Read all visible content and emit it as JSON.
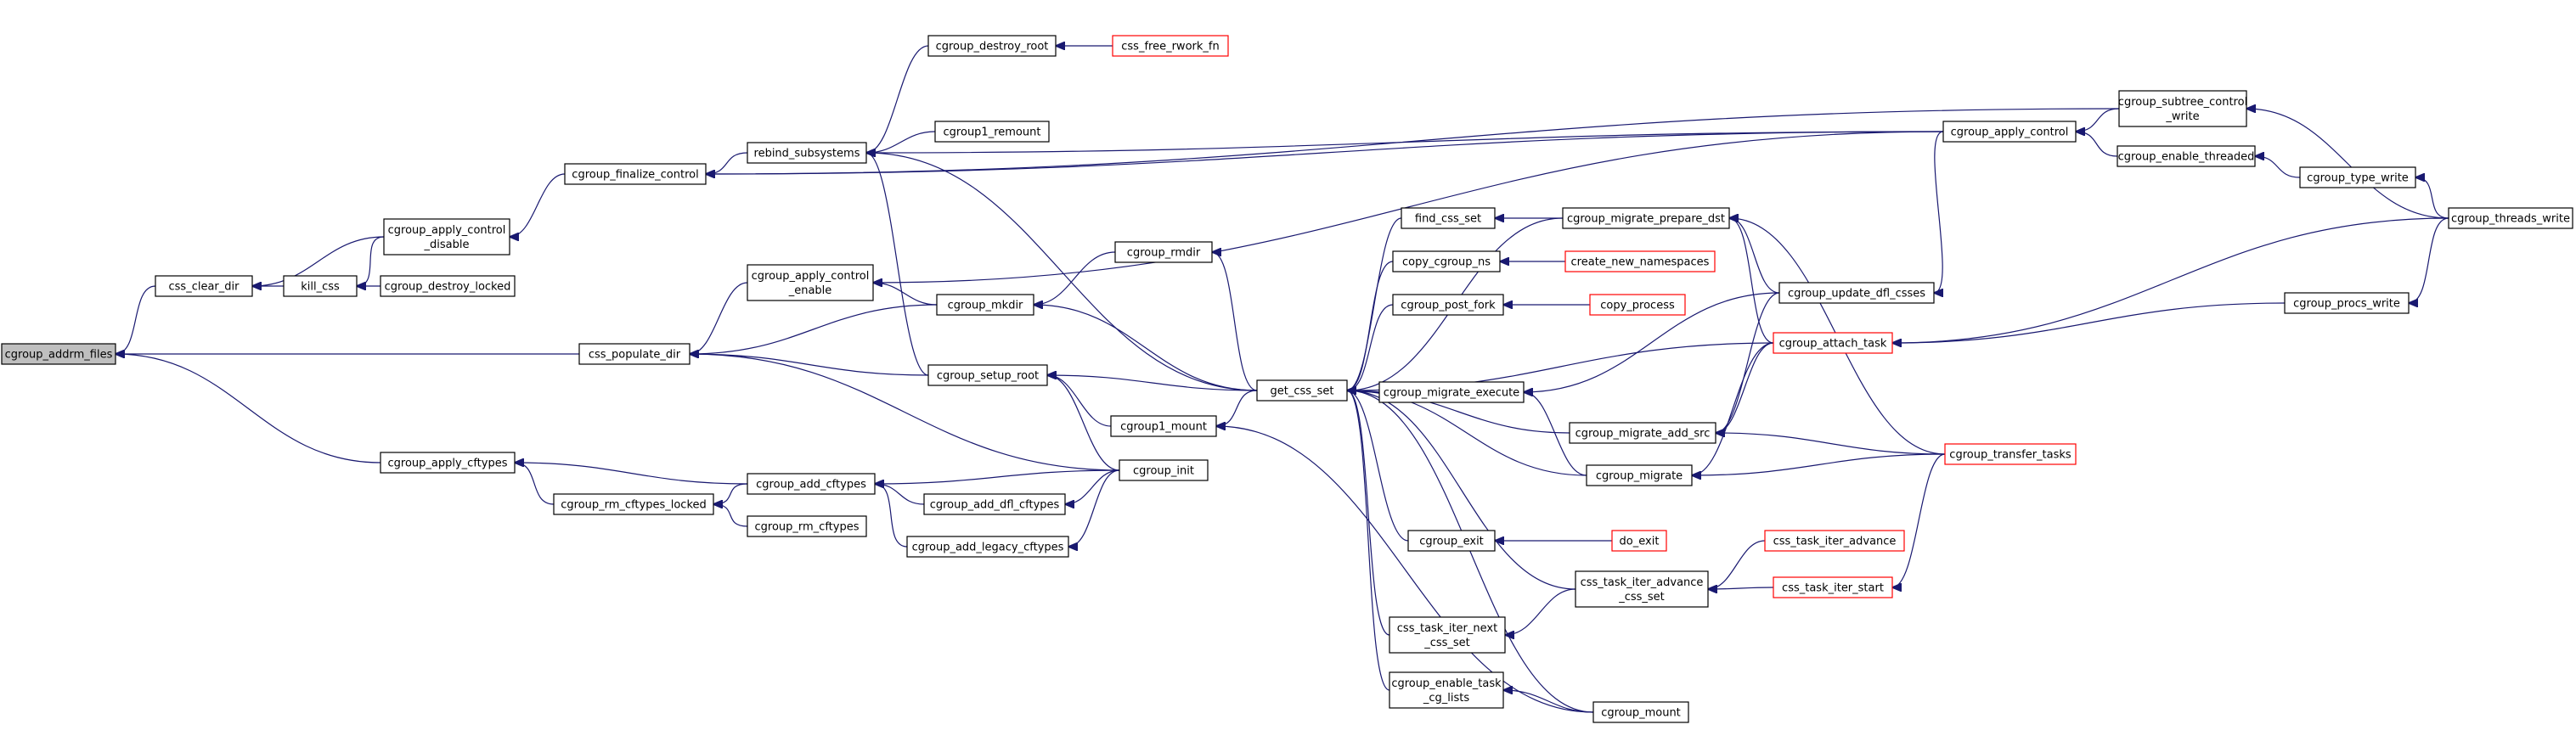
{
  "nodes": [
    {
      "id": "cgroup_addrm_files",
      "lines": [
        "cgroup_addrm_files"
      ],
      "style": "root"
    },
    {
      "id": "css_clear_dir",
      "lines": [
        "css_clear_dir"
      ],
      "style": "normal"
    },
    {
      "id": "kill_css",
      "lines": [
        "kill_css"
      ],
      "style": "normal"
    },
    {
      "id": "cgroup_apply_control_disable",
      "lines": [
        "cgroup_apply_control",
        "_disable"
      ],
      "style": "normal"
    },
    {
      "id": "cgroup_destroy_locked",
      "lines": [
        "cgroup_destroy_locked"
      ],
      "style": "normal"
    },
    {
      "id": "cgroup_finalize_control",
      "lines": [
        "cgroup_finalize_control"
      ],
      "style": "normal"
    },
    {
      "id": "rebind_subsystems",
      "lines": [
        "rebind_subsystems"
      ],
      "style": "normal"
    },
    {
      "id": "cgroup_destroy_root",
      "lines": [
        "cgroup_destroy_root"
      ],
      "style": "normal"
    },
    {
      "id": "css_free_rwork_fn",
      "lines": [
        "css_free_rwork_fn"
      ],
      "style": "red"
    },
    {
      "id": "cgroup1_remount",
      "lines": [
        "cgroup1_remount"
      ],
      "style": "normal"
    },
    {
      "id": "css_populate_dir",
      "lines": [
        "css_populate_dir"
      ],
      "style": "normal"
    },
    {
      "id": "cgroup_apply_control_enable",
      "lines": [
        "cgroup_apply_control",
        "_enable"
      ],
      "style": "normal"
    },
    {
      "id": "cgroup_mkdir",
      "lines": [
        "cgroup_mkdir"
      ],
      "style": "normal"
    },
    {
      "id": "cgroup_rmdir",
      "lines": [
        "cgroup_rmdir"
      ],
      "style": "normal"
    },
    {
      "id": "cgroup_setup_root",
      "lines": [
        "cgroup_setup_root"
      ],
      "style": "normal"
    },
    {
      "id": "cgroup1_mount",
      "lines": [
        "cgroup1_mount"
      ],
      "style": "normal"
    },
    {
      "id": "cgroup_init",
      "lines": [
        "cgroup_init"
      ],
      "style": "normal"
    },
    {
      "id": "cgroup_apply_cftypes",
      "lines": [
        "cgroup_apply_cftypes"
      ],
      "style": "normal"
    },
    {
      "id": "cgroup_rm_cftypes_locked",
      "lines": [
        "cgroup_rm_cftypes_locked"
      ],
      "style": "normal"
    },
    {
      "id": "cgroup_add_cftypes",
      "lines": [
        "cgroup_add_cftypes"
      ],
      "style": "normal"
    },
    {
      "id": "cgroup_rm_cftypes",
      "lines": [
        "cgroup_rm_cftypes"
      ],
      "style": "normal"
    },
    {
      "id": "cgroup_add_dfl_cftypes",
      "lines": [
        "cgroup_add_dfl_cftypes"
      ],
      "style": "normal"
    },
    {
      "id": "cgroup_add_legacy_cftypes",
      "lines": [
        "cgroup_add_legacy_cftypes"
      ],
      "style": "normal"
    },
    {
      "id": "get_css_set",
      "lines": [
        "get_css_set"
      ],
      "style": "normal"
    },
    {
      "id": "find_css_set",
      "lines": [
        "find_css_set"
      ],
      "style": "normal"
    },
    {
      "id": "copy_cgroup_ns",
      "lines": [
        "copy_cgroup_ns"
      ],
      "style": "normal"
    },
    {
      "id": "cgroup_post_fork",
      "lines": [
        "cgroup_post_fork"
      ],
      "style": "normal"
    },
    {
      "id": "cgroup_migrate_execute",
      "lines": [
        "cgroup_migrate_execute"
      ],
      "style": "normal"
    },
    {
      "id": "cgroup_exit",
      "lines": [
        "cgroup_exit"
      ],
      "style": "normal"
    },
    {
      "id": "css_task_iter_next_css_set",
      "lines": [
        "css_task_iter_next",
        "_css_set"
      ],
      "style": "normal"
    },
    {
      "id": "cgroup_enable_task_cg_lists",
      "lines": [
        "cgroup_enable_task",
        "_cg_lists"
      ],
      "style": "normal"
    },
    {
      "id": "cgroup_migrate_prepare_dst",
      "lines": [
        "cgroup_migrate_prepare_dst"
      ],
      "style": "normal"
    },
    {
      "id": "create_new_namespaces",
      "lines": [
        "create_new_namespaces"
      ],
      "style": "red"
    },
    {
      "id": "copy_process",
      "lines": [
        "copy_process"
      ],
      "style": "red"
    },
    {
      "id": "cgroup_migrate_add_src",
      "lines": [
        "cgroup_migrate_add_src"
      ],
      "style": "normal"
    },
    {
      "id": "cgroup_migrate",
      "lines": [
        "cgroup_migrate"
      ],
      "style": "normal"
    },
    {
      "id": "do_exit",
      "lines": [
        "do_exit"
      ],
      "style": "red"
    },
    {
      "id": "css_task_iter_advance_css_set",
      "lines": [
        "css_task_iter_advance",
        "_css_set"
      ],
      "style": "normal"
    },
    {
      "id": "cgroup_mount",
      "lines": [
        "cgroup_mount"
      ],
      "style": "normal"
    },
    {
      "id": "cgroup_update_dfl_csses",
      "lines": [
        "cgroup_update_dfl_csses"
      ],
      "style": "normal"
    },
    {
      "id": "cgroup_attach_task",
      "lines": [
        "cgroup_attach_task"
      ],
      "style": "red"
    },
    {
      "id": "cgroup_transfer_tasks",
      "lines": [
        "cgroup_transfer_tasks"
      ],
      "style": "red"
    },
    {
      "id": "css_task_iter_advance",
      "lines": [
        "css_task_iter_advance"
      ],
      "style": "red"
    },
    {
      "id": "css_task_iter_start",
      "lines": [
        "css_task_iter_start"
      ],
      "style": "red"
    },
    {
      "id": "cgroup_apply_control",
      "lines": [
        "cgroup_apply_control"
      ],
      "style": "normal"
    },
    {
      "id": "cgroup_enable_threaded",
      "lines": [
        "cgroup_enable_threaded"
      ],
      "style": "normal"
    },
    {
      "id": "cgroup_subtree_control_write",
      "lines": [
        "cgroup_subtree_control",
        "_write"
      ],
      "style": "normal"
    },
    {
      "id": "cgroup_type_write",
      "lines": [
        "cgroup_type_write"
      ],
      "style": "normal"
    },
    {
      "id": "cgroup_threads_write",
      "lines": [
        "cgroup_threads_write"
      ],
      "style": "normal"
    },
    {
      "id": "cgroup_procs_write",
      "lines": [
        "cgroup_procs_write"
      ],
      "style": "normal"
    }
  ],
  "edges": [
    [
      "css_clear_dir",
      "cgroup_addrm_files"
    ],
    [
      "css_populate_dir",
      "cgroup_addrm_files"
    ],
    [
      "cgroup_apply_cftypes",
      "cgroup_addrm_files"
    ],
    [
      "kill_css",
      "css_clear_dir"
    ],
    [
      "cgroup_apply_control_disable",
      "css_clear_dir"
    ],
    [
      "cgroup_apply_control_disable",
      "kill_css"
    ],
    [
      "cgroup_destroy_locked",
      "kill_css"
    ],
    [
      "cgroup_finalize_control",
      "cgroup_apply_control_disable"
    ],
    [
      "rebind_subsystems",
      "cgroup_finalize_control"
    ],
    [
      "cgroup_apply_control",
      "cgroup_finalize_control"
    ],
    [
      "cgroup_subtree_control_write",
      "cgroup_finalize_control"
    ],
    [
      "cgroup_destroy_root",
      "rebind_subsystems"
    ],
    [
      "cgroup1_remount",
      "rebind_subsystems"
    ],
    [
      "cgroup_setup_root",
      "rebind_subsystems"
    ],
    [
      "cgroup_apply_control",
      "rebind_subsystems"
    ],
    [
      "get_css_set",
      "rebind_subsystems"
    ],
    [
      "css_free_rwork_fn",
      "cgroup_destroy_root"
    ],
    [
      "cgroup_apply_control_enable",
      "css_populate_dir"
    ],
    [
      "cgroup_mkdir",
      "css_populate_dir"
    ],
    [
      "cgroup_setup_root",
      "css_populate_dir"
    ],
    [
      "cgroup_init",
      "css_populate_dir"
    ],
    [
      "cgroup_mkdir",
      "cgroup_apply_control_enable"
    ],
    [
      "cgroup_apply_control",
      "cgroup_apply_control_enable"
    ],
    [
      "cgroup_rmdir",
      "cgroup_mkdir"
    ],
    [
      "get_css_set",
      "cgroup_mkdir"
    ],
    [
      "get_css_set",
      "cgroup_rmdir"
    ],
    [
      "cgroup1_mount",
      "cgroup_setup_root"
    ],
    [
      "cgroup_init",
      "cgroup_setup_root"
    ],
    [
      "get_css_set",
      "cgroup_setup_root"
    ],
    [
      "get_css_set",
      "cgroup1_mount"
    ],
    [
      "cgroup_mount",
      "cgroup1_mount"
    ],
    [
      "cgroup_rm_cftypes_locked",
      "cgroup_apply_cftypes"
    ],
    [
      "cgroup_add_cftypes",
      "cgroup_apply_cftypes"
    ],
    [
      "cgroup_add_cftypes",
      "cgroup_rm_cftypes_locked"
    ],
    [
      "cgroup_rm_cftypes",
      "cgroup_rm_cftypes_locked"
    ],
    [
      "cgroup_init",
      "cgroup_add_cftypes"
    ],
    [
      "cgroup_add_dfl_cftypes",
      "cgroup_add_cftypes"
    ],
    [
      "cgroup_add_legacy_cftypes",
      "cgroup_add_cftypes"
    ],
    [
      "cgroup_init",
      "cgroup_add_dfl_cftypes"
    ],
    [
      "cgroup_init",
      "cgroup_add_legacy_cftypes"
    ],
    [
      "find_css_set",
      "get_css_set"
    ],
    [
      "copy_cgroup_ns",
      "get_css_set"
    ],
    [
      "cgroup_post_fork",
      "get_css_set"
    ],
    [
      "cgroup_migrate_execute",
      "get_css_set"
    ],
    [
      "cgroup_exit",
      "get_css_set"
    ],
    [
      "css_task_iter_next_css_set",
      "get_css_set"
    ],
    [
      "cgroup_enable_task_cg_lists",
      "get_css_set"
    ],
    [
      "cgroup_migrate_prepare_dst",
      "get_css_set"
    ],
    [
      "cgroup_migrate_add_src",
      "get_css_set"
    ],
    [
      "cgroup_migrate",
      "get_css_set"
    ],
    [
      "css_task_iter_advance_css_set",
      "get_css_set"
    ],
    [
      "cgroup_attach_task",
      "get_css_set"
    ],
    [
      "cgroup_mount",
      "get_css_set"
    ],
    [
      "cgroup_migrate_prepare_dst",
      "find_css_set"
    ],
    [
      "create_new_namespaces",
      "copy_cgroup_ns"
    ],
    [
      "copy_process",
      "cgroup_post_fork"
    ],
    [
      "cgroup_migrate",
      "cgroup_migrate_execute"
    ],
    [
      "cgroup_update_dfl_csses",
      "cgroup_migrate_execute"
    ],
    [
      "do_exit",
      "cgroup_exit"
    ],
    [
      "css_task_iter_advance_css_set",
      "css_task_iter_next_css_set"
    ],
    [
      "cgroup_mount",
      "cgroup_enable_task_cg_lists"
    ],
    [
      "cgroup_update_dfl_csses",
      "cgroup_migrate_prepare_dst"
    ],
    [
      "cgroup_attach_task",
      "cgroup_migrate_prepare_dst"
    ],
    [
      "cgroup_transfer_tasks",
      "cgroup_migrate_prepare_dst"
    ],
    [
      "cgroup_update_dfl_csses",
      "cgroup_migrate_add_src"
    ],
    [
      "cgroup_attach_task",
      "cgroup_migrate_add_src"
    ],
    [
      "cgroup_transfer_tasks",
      "cgroup_migrate_add_src"
    ],
    [
      "cgroup_attach_task",
      "cgroup_migrate"
    ],
    [
      "cgroup_transfer_tasks",
      "cgroup_migrate"
    ],
    [
      "css_task_iter_advance",
      "css_task_iter_advance_css_set"
    ],
    [
      "css_task_iter_start",
      "css_task_iter_advance_css_set"
    ],
    [
      "cgroup_transfer_tasks",
      "css_task_iter_start"
    ],
    [
      "cgroup_apply_control",
      "cgroup_update_dfl_csses"
    ],
    [
      "cgroup_procs_write",
      "cgroup_attach_task"
    ],
    [
      "cgroup_threads_write",
      "cgroup_attach_task"
    ],
    [
      "cgroup_enable_threaded",
      "cgroup_apply_control"
    ],
    [
      "cgroup_subtree_control_write",
      "cgroup_apply_control"
    ],
    [
      "cgroup_type_write",
      "cgroup_enable_threaded"
    ],
    [
      "cgroup_threads_write",
      "cgroup_subtree_control_write"
    ],
    [
      "cgroup_threads_write",
      "cgroup_type_write"
    ],
    [
      "cgroup_threads_write",
      "cgroup_procs_write"
    ]
  ]
}
